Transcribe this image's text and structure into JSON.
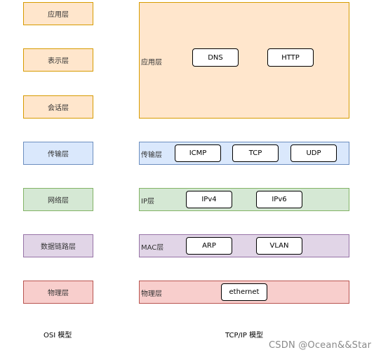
{
  "osi": {
    "caption": "OSI 模型",
    "layers": [
      {
        "label": "应用层"
      },
      {
        "label": "表示层"
      },
      {
        "label": "会话层"
      },
      {
        "label": "传输层"
      },
      {
        "label": "网络层"
      },
      {
        "label": "数据链路层"
      },
      {
        "label": "物理层"
      }
    ]
  },
  "tcpip": {
    "caption": "TCP/IP 模型",
    "layers": [
      {
        "label": "应用层",
        "protocols": [
          "DNS",
          "HTTP"
        ]
      },
      {
        "label": "传输层",
        "protocols": [
          "ICMP",
          "TCP",
          "UDP"
        ]
      },
      {
        "label": "IP层",
        "protocols": [
          "IPv4",
          "IPv6"
        ]
      },
      {
        "label": "MAC层",
        "protocols": [
          "ARP",
          "VLAN"
        ]
      },
      {
        "label": "物理层",
        "protocols": [
          "ethernet"
        ]
      }
    ]
  },
  "colors": {
    "application": {
      "fill": "#ffe6cc",
      "stroke": "#d79b00"
    },
    "transport": {
      "fill": "#dae8fc",
      "stroke": "#6c8ebf"
    },
    "network": {
      "fill": "#d5e8d4",
      "stroke": "#82b366"
    },
    "link": {
      "fill": "#e1d5e7",
      "stroke": "#9673a6"
    },
    "physical": {
      "fill": "#f8cecc",
      "stroke": "#b85450"
    }
  },
  "watermark": "CSDN @Ocean&&Star"
}
